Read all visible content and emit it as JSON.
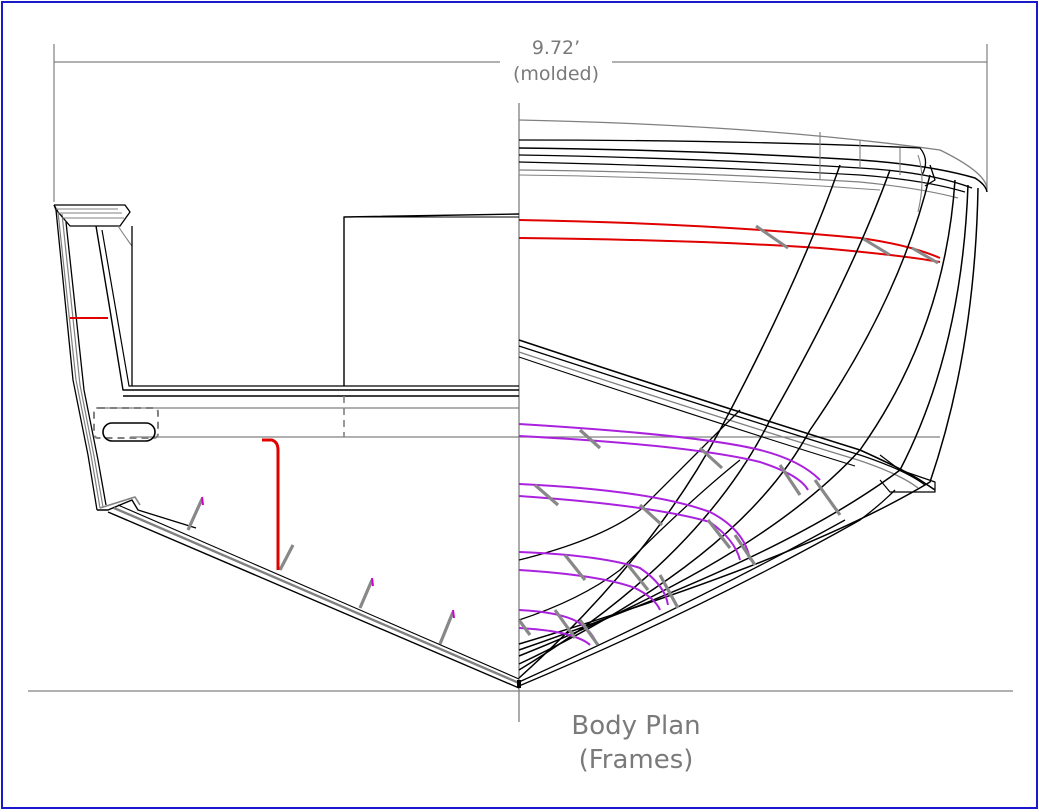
{
  "dimension": {
    "value": "9.72’",
    "qualifier": "(molded)"
  },
  "view": {
    "title": "Body Plan",
    "subtitle": "(Frames)"
  },
  "colors": {
    "frame_border": "#1a1acc",
    "hull_line": "#000000",
    "construction_line": "#808080",
    "frame_member": "#888888",
    "station_line": "#cc00cc",
    "sheer_line": "#e00000"
  }
}
